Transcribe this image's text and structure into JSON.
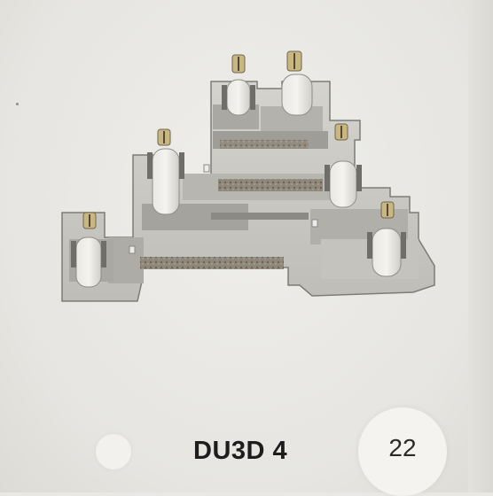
{
  "product": {
    "model": "DU3D 4",
    "page_number": "22"
  },
  "colors": {
    "background": "#e9e8e4",
    "block_body": "#c9c8c3",
    "block_shadow": "#8e8d88",
    "metal": "#9a8f7a",
    "text": "#1d1d1d"
  },
  "icons": [
    "terminal-block-photo"
  ]
}
